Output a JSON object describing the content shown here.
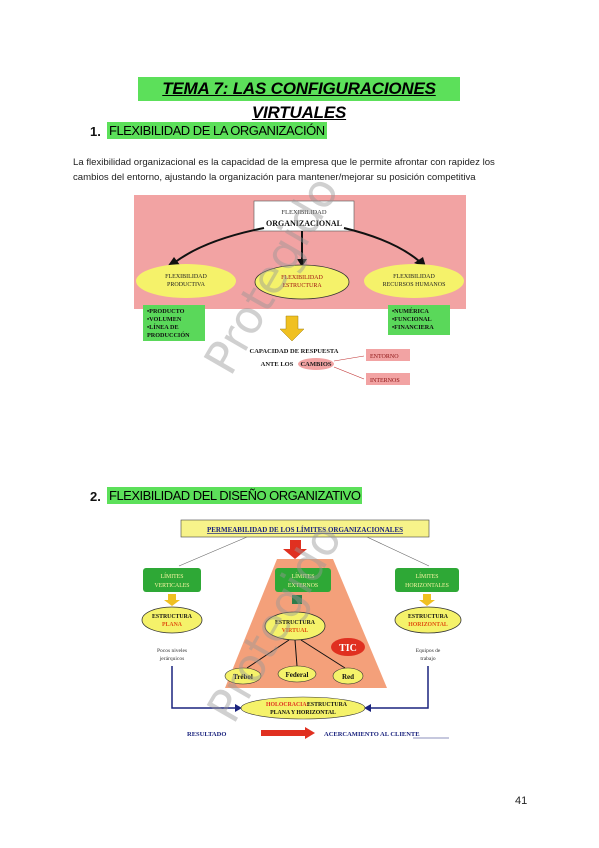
{
  "document": {
    "title": "TEMA 7: LAS CONFIGURACIONES VIRTUALES",
    "page_number": "41",
    "watermark": "Protegido"
  },
  "section1": {
    "number": "1.",
    "heading": "FLEXIBILIDAD DE LA ORGANIZACIÓN",
    "paragraph": "La flexibilidad organizacional es la capacidad de la empresa que le permite afrontar con rapidez los cambios del entorno, ajustando la organización para mantener/mejorar su posición competitiva"
  },
  "diagram1": {
    "top_box_line1": "FLEXIBILIDAD",
    "top_box_line2": "ORGANIZACIONAL",
    "left_ellipse_line1": "FLEXIBILIDAD",
    "left_ellipse_line2": "PRODUCTIVA",
    "center_ellipse_line1": "FLEXIBILIDAD",
    "center_ellipse_line2": "ESTRUCTURA",
    "right_ellipse_line1": "FLEXIBILIDAD",
    "right_ellipse_line2": "RECURSOS HUMANOS",
    "left_list": [
      "•PRODUCTO",
      "•VOLUMEN",
      "•LÍNEA DE",
      "PRODUCCIÓN"
    ],
    "right_list": [
      "•NUMÉRICA",
      "•FUNCIONAL",
      "•FINANCIERA"
    ],
    "capacity_line1": "CAPACIDAD DE RESPUESTA",
    "capacity_line2_prefix": "ANTE LOS",
    "capacity_line2_word": "CAMBIOS",
    "entorno": "ENTORNO",
    "internos": "INTERNOS",
    "colors": {
      "pink": "#f2a3a3",
      "yellow": "#f5f26a",
      "green": "#5ad85a",
      "arrow": "#f0c020"
    }
  },
  "section2": {
    "number": "2.",
    "heading": "FLEXIBILIDAD DEL DISEÑO ORGANIZATIVO"
  },
  "diagram2": {
    "top_banner": "PERMEABILIDAD DE LOS LÍMITES ORGANIZACIONALES",
    "limits_vertical_line1": "LÍMITES",
    "limits_vertical_line2": "VERTICALES",
    "limits_external_line1": "LÍMITES",
    "limits_external_line2": "EXTERNOS",
    "limits_horizontal_line1": "LÍMITES",
    "limits_horizontal_line2": "HORIZONTALES",
    "plana_line1": "ESTRUCTURA",
    "plana_line2": "PLANA",
    "virtual_line1": "ESTRUCTURA",
    "virtual_line2": "VIRTUAL",
    "horizontal_line1": "ESTRUCTURA",
    "horizontal_line2": "HORIZONTAL",
    "tic": "TIC",
    "trebol": "Trébol",
    "federal": "Federal",
    "red": "Red",
    "pocos_line1": "Pocos niveles",
    "pocos_line2": "jerárquicos",
    "equipos_line1": "Equipos de",
    "equipos_line2": "trabajo",
    "holocracia_prefix": "HOLOCRACIA:",
    "holocracia_rest": "ESTRUCTURA",
    "holocracia_line2": "PLANA Y HORIZONTAL",
    "resultado": "RESULTADO",
    "acercamiento": "ACERCAMIENTO AL CLIENTE",
    "colors": {
      "green": "#2ea836",
      "yellow": "#f5f26a",
      "pink": "#f4a07a",
      "red": "#e03020",
      "navy": "#1a237e"
    }
  }
}
